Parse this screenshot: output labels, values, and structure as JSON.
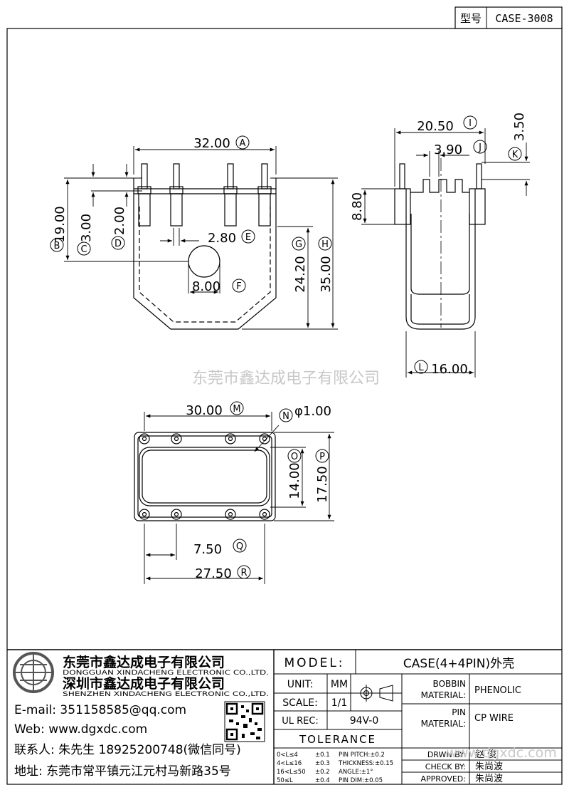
{
  "model_tag": {
    "label": "型号",
    "value": "CASE-3008"
  },
  "watermark": "东莞市鑫达成电子有限公司",
  "watermark2": "www.dgxdc.com",
  "dims": {
    "A": "32.00",
    "B": "19.00",
    "C": "3.00",
    "D": "2.00",
    "E": "2.80",
    "F": "8.00",
    "G": "24.20",
    "H": "35.00",
    "I": "20.50",
    "J": "3.90",
    "K": "3.50",
    "L": "16.00",
    "side_h": "8.80",
    "M": "30.00",
    "N": "φ1.00",
    "O": "14.00",
    "P": "17.50",
    "Q": "7.50",
    "R": "27.50"
  },
  "dim_letters": [
    "A",
    "B",
    "C",
    "D",
    "E",
    "F",
    "G",
    "H",
    "I",
    "J",
    "K",
    "L",
    "M",
    "N",
    "O",
    "P",
    "Q",
    "R"
  ],
  "company": {
    "name_dg": "东莞市鑫达成电子有限公司",
    "en_dg": "DONGGUAN XINDACHENG ELECTRONIC CO.,LTD.",
    "name_sz": "深圳市鑫达成电子有限公司",
    "en_sz": "SHENZHEN XINDACHENG ELECTRONIC CO.,LTD.",
    "email": "E-mail: 351158585@qq.com",
    "web": "Web: www.dgxdc.com",
    "contact": "联系人: 朱先生 18925200748(微信同号)",
    "address": "地址: 东莞市常平镇元江元村马新路35号"
  },
  "title_block": {
    "model_label": "MODEL:",
    "model_value": "CASE(4+4PIN)外壳",
    "unit_label": "UNIT:",
    "unit_value": "MM",
    "scale_label": "SCALE:",
    "scale_value": "1/1",
    "ulrec_label": "UL REC:",
    "ulrec_value": "94V-0",
    "tolerance_label": "TOLERANCE",
    "bobbin_label1": "BOBBIN",
    "bobbin_label2": "MATERIAL:",
    "bobbin_value": "PHENOLIC",
    "pin_label1": "PIN",
    "pin_label2": "MATERIAL:",
    "pin_value": "CP WIRE",
    "drwn_label": "DRWN BY:",
    "drwn_value": "赵  俊",
    "check_label": "CHECK BY:",
    "check_value": "朱尚波",
    "approved_label": "APPROVED:",
    "approved_value": "朱尚波",
    "tol_rows": [
      {
        "range": "0<L≤4",
        "tol": "±0.1",
        "item": "PIN PITCH:±0.2"
      },
      {
        "range": "4<L≤16",
        "tol": "±0.3",
        "item": "THICKNESS:±0.15"
      },
      {
        "range": "16<L≤50",
        "tol": "±0.2",
        "item": "ANGLE:±1°"
      },
      {
        "range": "50≤L",
        "tol": "±0.4",
        "item": "PIN DIM:±0.05"
      }
    ]
  }
}
